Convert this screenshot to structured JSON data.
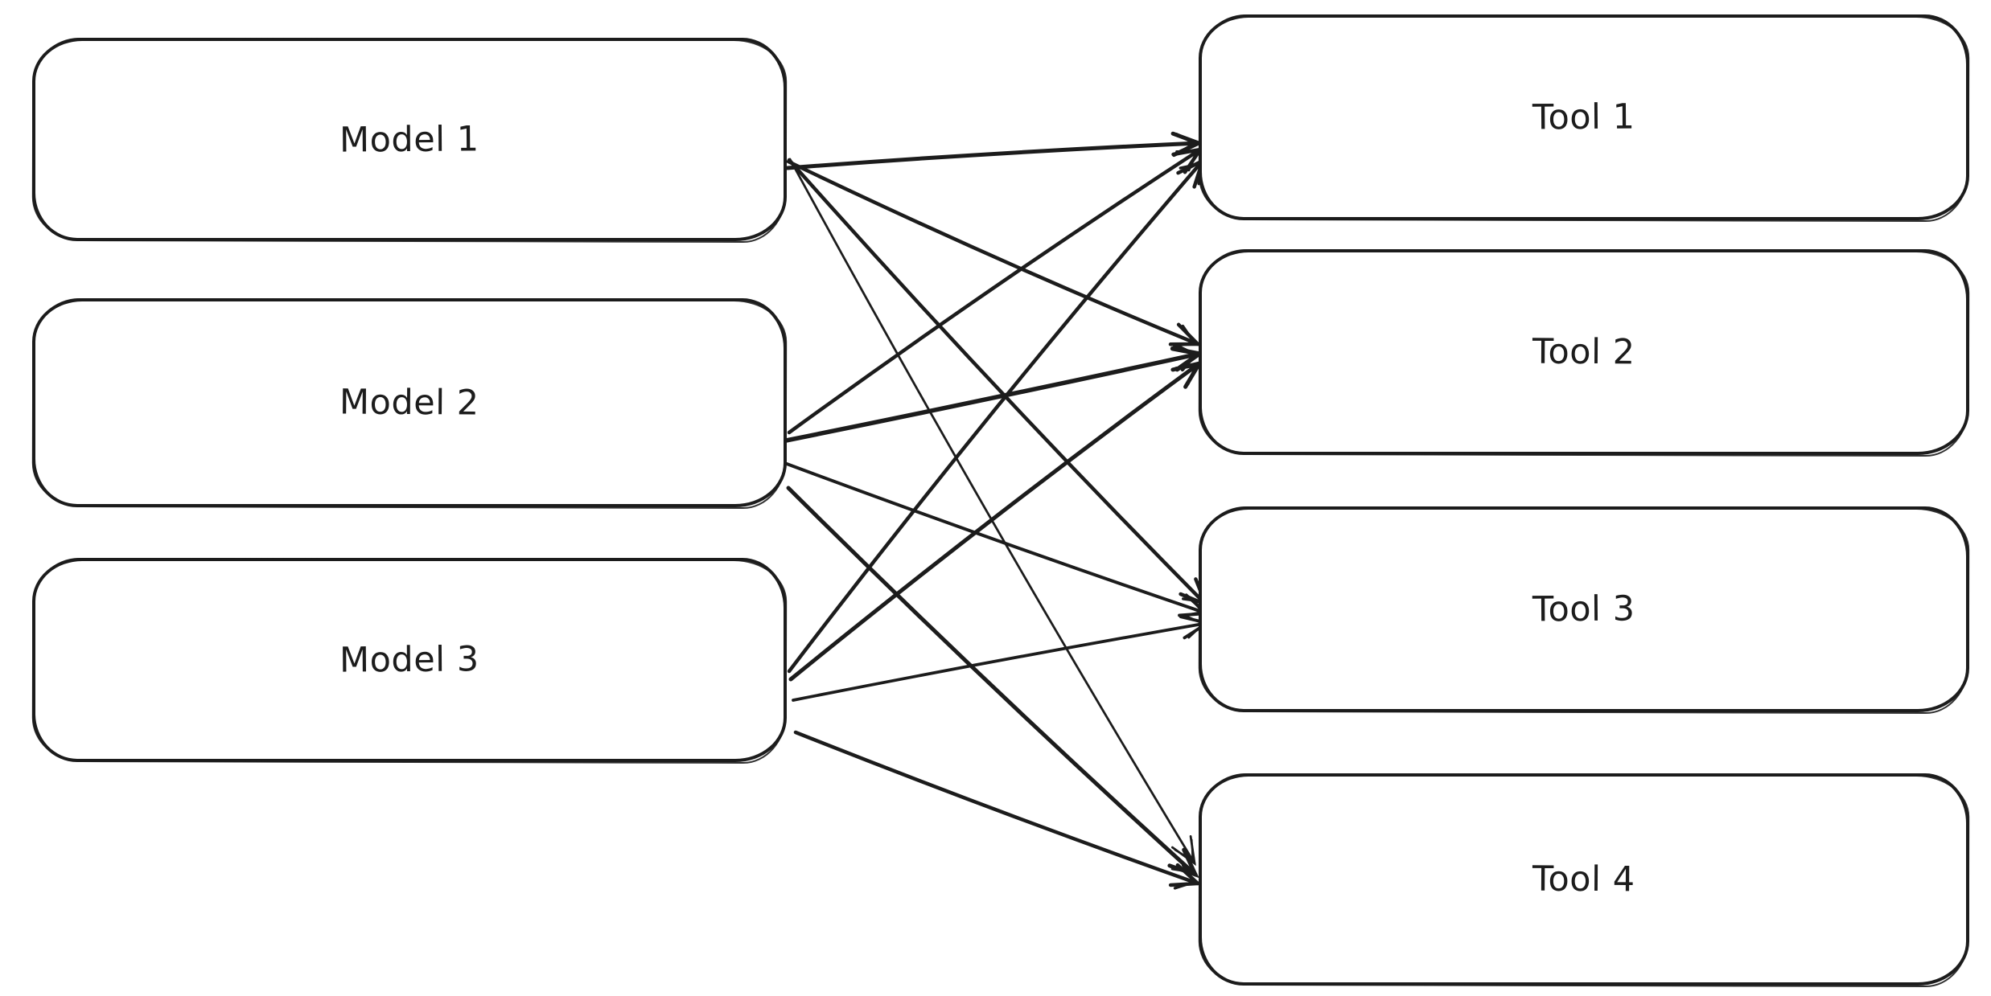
{
  "diagram": {
    "models": [
      {
        "id": "model-1",
        "label": "Model 1"
      },
      {
        "id": "model-2",
        "label": "Model 2"
      },
      {
        "id": "model-3",
        "label": "Model 3"
      }
    ],
    "tools": [
      {
        "id": "tool-1",
        "label": "Tool 1"
      },
      {
        "id": "tool-2",
        "label": "Tool 2"
      },
      {
        "id": "tool-3",
        "label": "Tool 3"
      },
      {
        "id": "tool-4",
        "label": "Tool 4"
      }
    ],
    "edges": [
      {
        "from": "model-1",
        "to": "tool-1"
      },
      {
        "from": "model-1",
        "to": "tool-2"
      },
      {
        "from": "model-1",
        "to": "tool-3"
      },
      {
        "from": "model-1",
        "to": "tool-4"
      },
      {
        "from": "model-2",
        "to": "tool-1"
      },
      {
        "from": "model-2",
        "to": "tool-2"
      },
      {
        "from": "model-2",
        "to": "tool-3"
      },
      {
        "from": "model-2",
        "to": "tool-4"
      },
      {
        "from": "model-3",
        "to": "tool-1"
      },
      {
        "from": "model-3",
        "to": "tool-2"
      },
      {
        "from": "model-3",
        "to": "tool-3"
      },
      {
        "from": "model-3",
        "to": "tool-4"
      }
    ],
    "colors": {
      "stroke": "#1c1c1c",
      "background": "#ffffff"
    }
  }
}
